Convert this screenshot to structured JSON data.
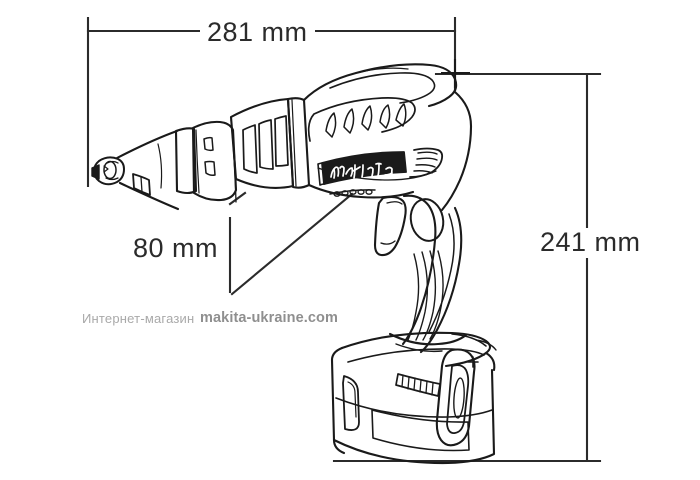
{
  "figure": {
    "type": "technical-line-drawing",
    "subject": "cordless drywall screwdriver",
    "brand_logo_text": "makita",
    "background_color": "#ffffff",
    "line_color": "#1a1a1a",
    "dimension_line_color": "#2b2b2b"
  },
  "dimensions": {
    "width": {
      "label": "281 mm",
      "orientation": "horizontal",
      "position": "top"
    },
    "height": {
      "label": "241 mm",
      "orientation": "vertical",
      "position": "right"
    },
    "depth": {
      "label": "80 mm",
      "orientation": "vertical",
      "position": "left-center",
      "leader": "diagonal"
    }
  },
  "watermark": {
    "shop_text": "Интернет-магазин",
    "site_text": "makita-ukraine.com",
    "color": "#9a9a9a"
  }
}
